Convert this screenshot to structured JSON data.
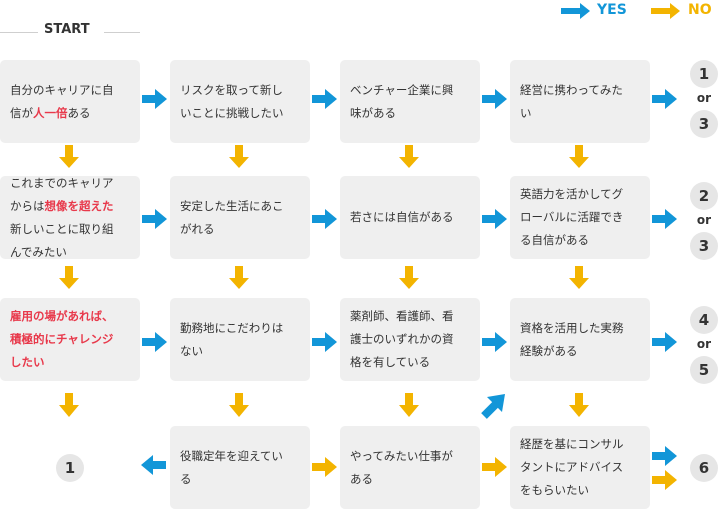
{
  "legend": {
    "yes_label": "YES",
    "no_label": "NO",
    "yes_color": "#1296d8",
    "no_color": "#f3b400"
  },
  "start_label": "START",
  "boxes": [
    {
      "pre": "自分のキャリアに自",
      "line2a": "信が",
      "hl": "人一倍",
      "line2b": "ある"
    },
    {
      "l1": "リスクを取って新し",
      "l2": "いことに挑戦したい"
    },
    {
      "l1": "ベンチャー企業に興",
      "l2": "味がある"
    },
    {
      "l1": "経営に携わってみた",
      "l2": "い"
    },
    {
      "l1": "これまでのキャリア",
      "l2a": "からは",
      "hl1": "想像を超えた",
      "l3": "新しいことに取り組",
      "l4": "んでみたい"
    },
    {
      "l1": "安定した生活にあこ",
      "l2": "がれる"
    },
    {
      "l1": "若さには自信がある"
    },
    {
      "l1": "英語力を活かしてグ",
      "l2": "ローバルに活躍でき",
      "l3": "る自信がある"
    },
    {
      "l1": "雇用の場があれば、",
      "l2": "積極的にチャレンジ",
      "l3": "したい"
    },
    {
      "l1": "勤務地にこだわりは",
      "l2": "ない"
    },
    {
      "l1": "薬剤師、看護師、看",
      "l2": "護士のいずれかの資",
      "l3": "格を有している"
    },
    {
      "l1": "資格を活用した実務",
      "l2": "経験がある"
    },
    {
      "l1": "役職定年を迎えてい",
      "l2": "る"
    },
    {
      "l1": "やってみたい仕事が",
      "l2": "ある"
    },
    {
      "l1": "経歴を基にコンサル",
      "l2": "タントにアドバイス",
      "l3": "をもらいたい"
    }
  ],
  "results": {
    "r1": {
      "a": "1",
      "or": "or",
      "b": "3"
    },
    "r2": {
      "a": "2",
      "or": "or",
      "b": "3"
    },
    "r3": {
      "a": "4",
      "or": "or",
      "b": "5"
    },
    "r4": {
      "a": "1"
    },
    "r5": {
      "a": "6"
    }
  }
}
